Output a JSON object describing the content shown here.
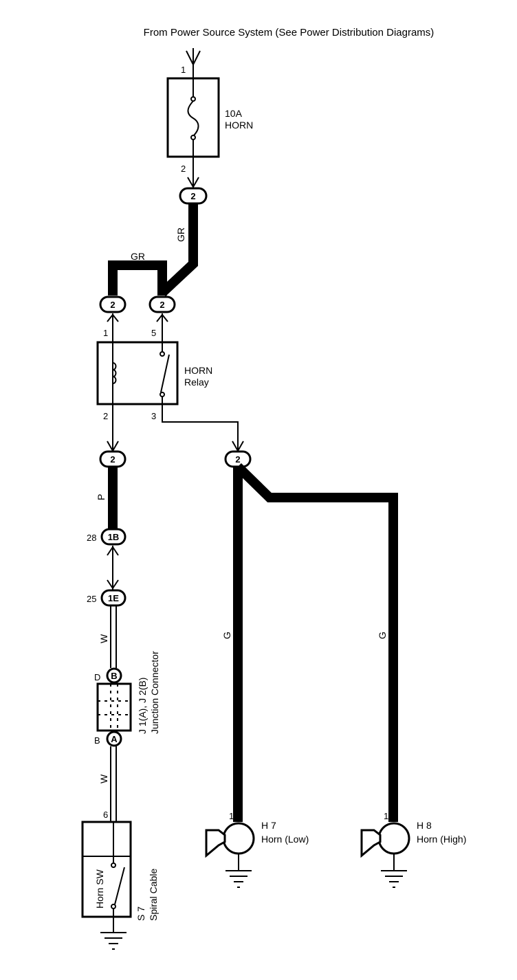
{
  "header": {
    "source_text": "From Power Source System (See Power Distribution Diagrams)"
  },
  "fuse": {
    "rating": "10A",
    "name": "HORN",
    "pin_in": "1",
    "pin_out": "2"
  },
  "wire_colors": {
    "gr": "GR",
    "p": "P",
    "w": "W",
    "g": "G"
  },
  "connectors": {
    "two": "2",
    "c1b": "1B",
    "c1e": "1E",
    "cb": "B",
    "ca": "A"
  },
  "relay": {
    "name_line1": "HORN",
    "name_line2": "Relay",
    "pin1": "1",
    "pin2": "2",
    "pin3": "3",
    "pin5": "5"
  },
  "junction": {
    "pin_28": "28",
    "pin_25": "25",
    "pin_d": "D",
    "pin_b": "B",
    "name_line1": "J 1(A), J 2(B)",
    "name_line2": "Junction Connector"
  },
  "switch": {
    "label": "Horn SW",
    "pin": "6",
    "code": "S 7",
    "name": "Spiral Cable"
  },
  "horn_low": {
    "pin": "1",
    "code": "H 7",
    "name": "Horn (Low)"
  },
  "horn_high": {
    "pin": "1",
    "code": "H 8",
    "name": "Horn (High)"
  }
}
